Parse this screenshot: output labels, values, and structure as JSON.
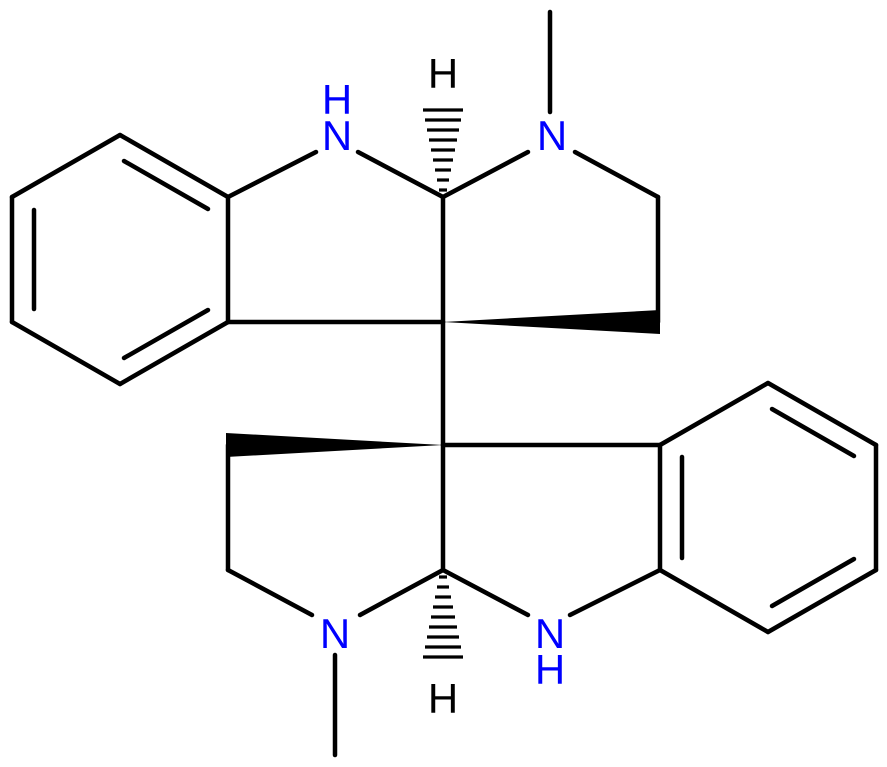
{
  "structure": {
    "atom_labels": {
      "nh_top": "H",
      "n_top": "N",
      "h_top": "H",
      "nmethyl_top": "N",
      "nmethyl_bottom": "N",
      "nh_bottom": "N",
      "nh_bottom_h": "H",
      "h_bottom": "H",
      "nh_top_n": "N"
    },
    "colors": {
      "bond": "#000000",
      "nitrogen": "#0000ff",
      "hydrogen_stereo": "#000000"
    }
  }
}
